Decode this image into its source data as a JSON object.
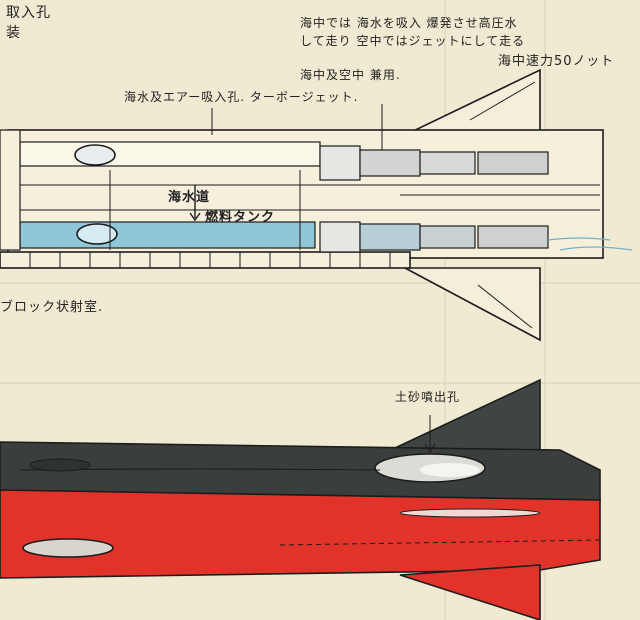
{
  "annotations": {
    "top_left_line1": "取入孔",
    "top_left_line2": "装",
    "note_right_line1": "海中では 海水を吸入 爆発させ高圧水",
    "note_right_line2": "して走り 空中ではジェットにして走る",
    "note_speed": "海中速力50ノット",
    "note_dual_use": "海中及空中 兼用.",
    "note_intake_turbojet": "海水及エアー吸入孔. ターボージェット.",
    "label_seawater_path": "海水道",
    "label_fuel_tank": "燃料タンク",
    "label_block_chamber": "ブロック状射室.",
    "label_sand_exhaust": "土砂噴出孔"
  },
  "colors": {
    "paper": "#f1ead2",
    "ink": "#1c1c1c",
    "fuel_blue": "#8fc6d8",
    "hull_dark": "#3a3f3d",
    "hull_red": "#e2332b"
  }
}
